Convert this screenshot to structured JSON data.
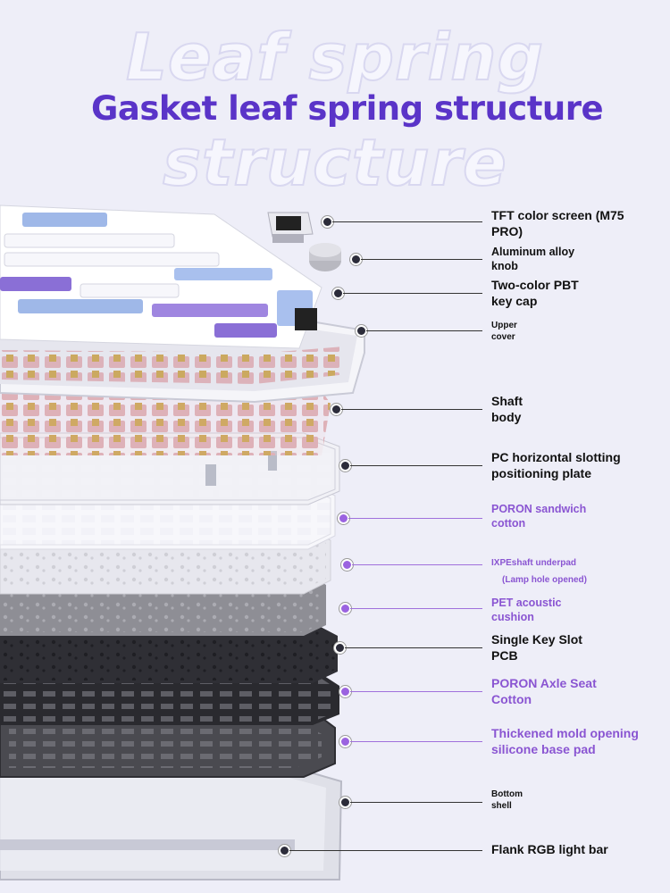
{
  "background_title": {
    "line1": "Leaf spring",
    "line2": "structure"
  },
  "main_title": "Gasket leaf spring structure",
  "colors": {
    "title": "#5a34c8",
    "label_dark": "#111111",
    "label_purple": "#8a55d2",
    "background": "#eeeef8"
  },
  "callouts": [
    {
      "id": "tft",
      "lines": [
        "TFT color screen (M75",
        "PRO)"
      ],
      "style": "dark"
    },
    {
      "id": "knob",
      "lines": [
        "Aluminum alloy",
        "knob"
      ],
      "style": "dark"
    },
    {
      "id": "keycap",
      "lines": [
        "Two-color PBT",
        "key cap"
      ],
      "style": "dark"
    },
    {
      "id": "upper",
      "lines": [
        "Upper",
        "cover"
      ],
      "style": "dark"
    },
    {
      "id": "shaft",
      "lines": [
        "Shaft",
        "body"
      ],
      "style": "dark"
    },
    {
      "id": "plate",
      "lines": [
        "PC horizontal slotting",
        "positioning plate"
      ],
      "style": "dark"
    },
    {
      "id": "poron1",
      "lines": [
        "PORON sandwich",
        "cotton"
      ],
      "style": "purple"
    },
    {
      "id": "ixpe",
      "lines": [
        "IXPEshaft underpad",
        "(Lamp hole opened)"
      ],
      "style": "purple"
    },
    {
      "id": "pet",
      "lines": [
        "PET acoustic",
        "cushion"
      ],
      "style": "purple"
    },
    {
      "id": "pcb",
      "lines": [
        "Single Key Slot",
        "PCB"
      ],
      "style": "dark"
    },
    {
      "id": "poron2",
      "lines": [
        "PORON Axle Seat",
        "Cotton"
      ],
      "style": "purple"
    },
    {
      "id": "silicone",
      "lines": [
        "Thickened mold opening",
        "silicone base pad"
      ],
      "style": "purple"
    },
    {
      "id": "bottom",
      "lines": [
        "Bottom",
        "shell"
      ],
      "style": "dark"
    },
    {
      "id": "rgb",
      "lines": [
        "Flank RGB light bar"
      ],
      "style": "dark"
    }
  ]
}
